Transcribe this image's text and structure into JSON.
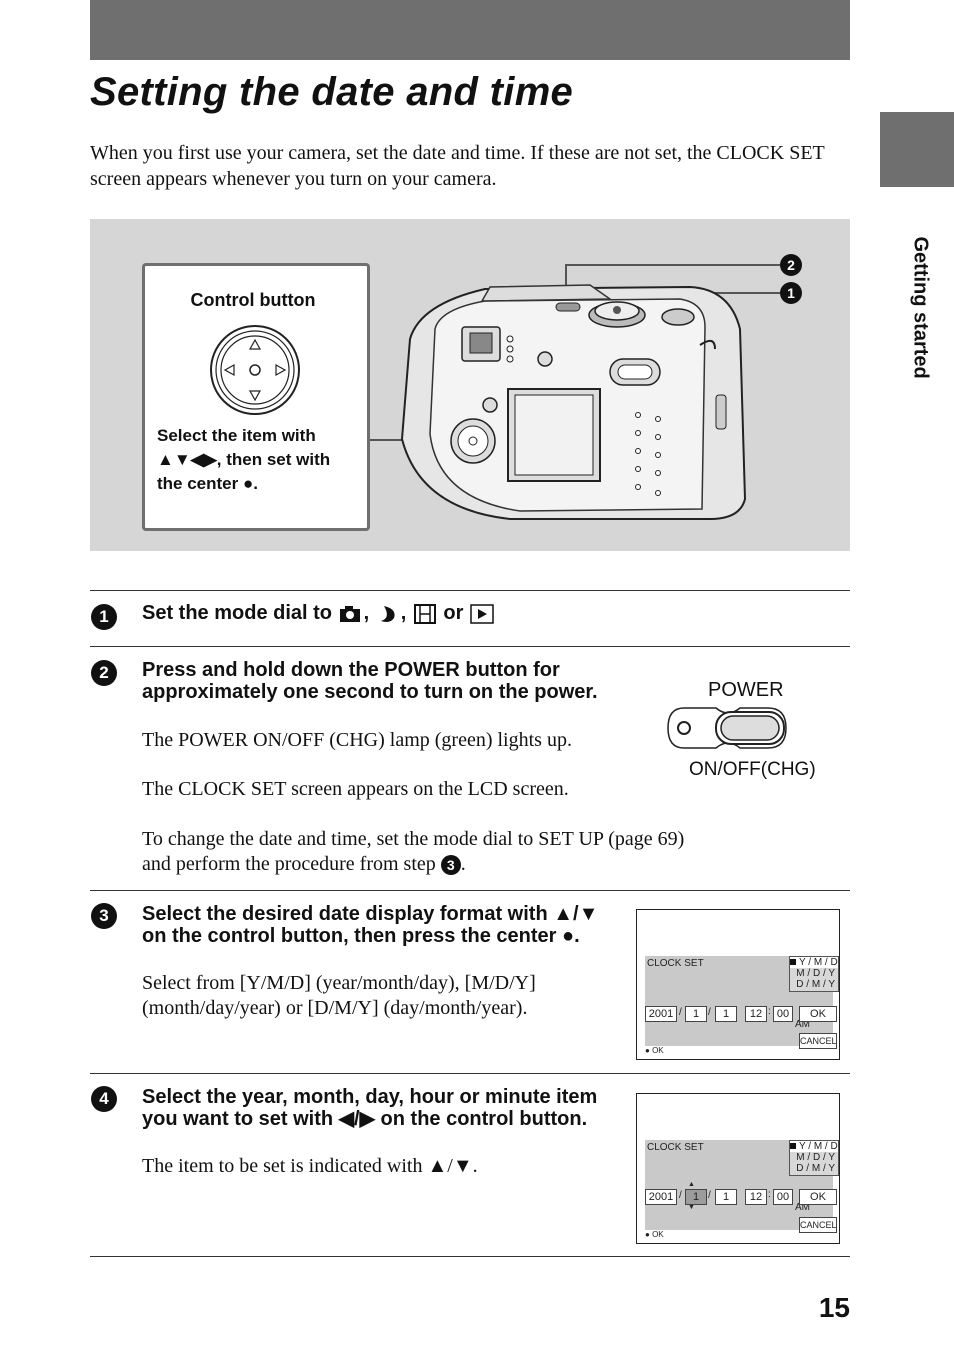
{
  "page": {
    "title": "Setting the date and time",
    "intro": "When you first use your camera, set the date and time. If these are not set, the CLOCK SET screen appears whenever you turn on your camera.",
    "side_label": "Getting started",
    "page_number": "15"
  },
  "illustration": {
    "control_title": "Control button",
    "control_text_1": "Select the item with",
    "control_text_2": "▲▼◀▶, then set with",
    "control_text_3": "the center ●.",
    "callout_1": "1",
    "callout_2": "2"
  },
  "steps": [
    {
      "num": "1",
      "head_prefix": "Set the mode dial to",
      "sep1": ",",
      "sep2": ",",
      "sep3": "or"
    },
    {
      "num": "2",
      "head": "Press and hold down the POWER button for approximately one second to turn on the power.",
      "body_1": "The POWER ON/OFF (CHG) lamp (green) lights up.",
      "body_2": "The CLOCK SET screen appears on the LCD screen.",
      "body_3": "To change the date and time, set the mode dial to SET UP (page 69) and perform the procedure from step",
      "body_3_ref": "3",
      "body_3_end": "."
    },
    {
      "num": "3",
      "head": "Select the desired date display format with ▲/▼ on the control button, then press the center ●.",
      "body": "Select from [Y/M/D] (year/month/day), [M/D/Y] (month/day/year) or [D/M/Y] (day/month/year)."
    },
    {
      "num": "4",
      "head": "Select the year, month, day, hour or minute item you want to set with ◀/▶ on the control button.",
      "body": "The item to be set is indicated with ▲/▼."
    }
  ],
  "power": {
    "label_top": "POWER",
    "label_bottom": "ON/OFF(CHG)"
  },
  "lcd": {
    "title": "CLOCK SET",
    "formats": [
      "Y / M / D",
      "M / D / Y",
      "D / M / Y"
    ],
    "year": "2001",
    "month": "1",
    "day": "1",
    "hour": "12",
    "minute": "00",
    "ampm": "AM",
    "ok": "OK",
    "cancel": "CANCEL",
    "footer": "OK",
    "sep_slash": "/",
    "sep_colon": ":"
  }
}
